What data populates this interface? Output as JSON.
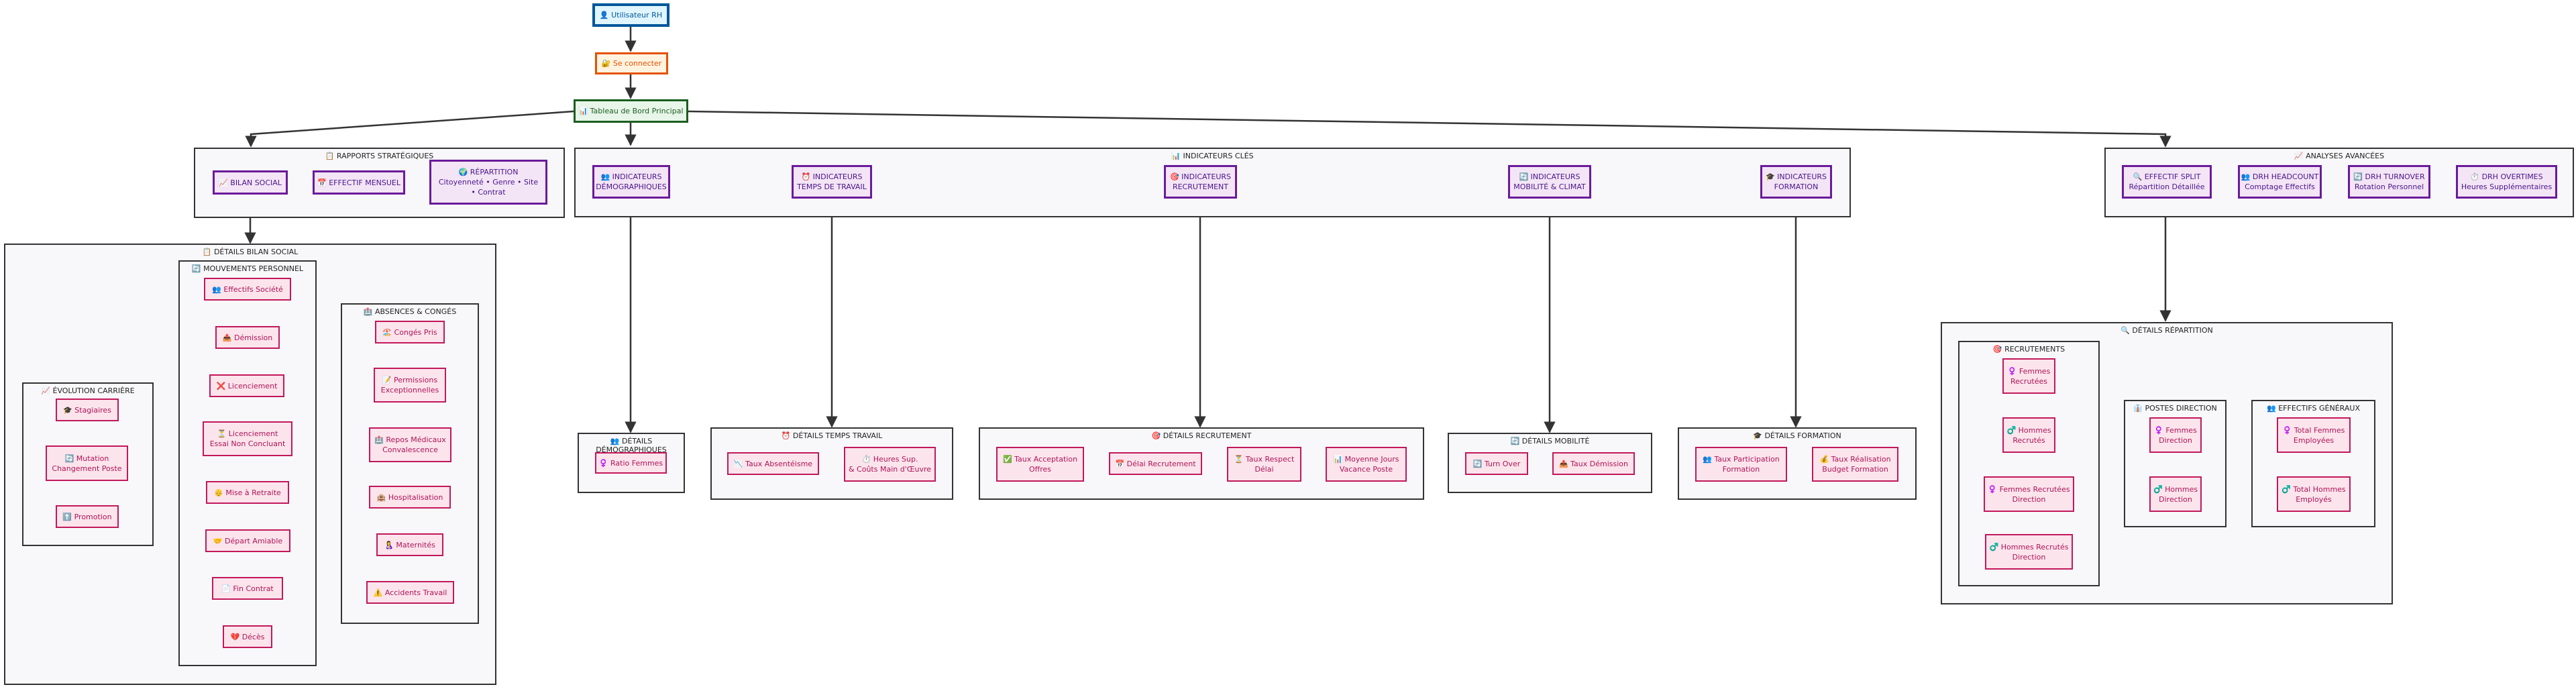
{
  "nodes": {
    "user": "👤 Utilisateur RH",
    "login": "🔐 Se connecter",
    "dashboard": "📊 Tableau de Bord Principal"
  },
  "groups": {
    "rapports": {
      "label": "📋 RAPPORTS STRATÉGIQUES",
      "items": [
        "📈 BILAN SOCIAL",
        "📅 EFFECTIF MENSUEL",
        "🌍 RÉPARTITION\nCitoyenneté • Genre • Site\n• Contrat"
      ]
    },
    "indicateurs": {
      "label": "📊 INDICATEURS CLÉS",
      "items": [
        "👥 INDICATEURS\nDÉMOGRAPHIQUES",
        "⏰ INDICATEURS\nTEMPS DE TRAVAIL",
        "🎯 INDICATEURS\nRECRUTEMENT",
        "🔄 INDICATEURS\nMOBILITÉ & CLIMAT",
        "🎓 INDICATEURS\nFORMATION"
      ]
    },
    "analyses": {
      "label": "📈 ANALYSES AVANCÉES",
      "items": [
        "🔍 EFFECTIF SPLIT\nRépartition Détaillée",
        "👥 DRH HEADCOUNT\nComptage Effectifs",
        "🔄 DRH TURNOVER\nRotation Personnel",
        "⏱️ DRH OVERTIMES\nHeures Supplémentaires"
      ]
    },
    "bilan": {
      "label": "📋 DÉTAILS BILAN SOCIAL"
    },
    "evolution": {
      "label": "📈 ÉVOLUTION CARRIÈRE",
      "items": [
        "🎓 Stagiaires",
        "🔄 Mutation\nChangement Poste",
        "⬆️ Promotion"
      ]
    },
    "mouvements": {
      "label": "🔄 MOUVEMENTS PERSONNEL",
      "items": [
        "👥 Effectifs Société",
        "📤 Démission",
        "❌ Licenciement",
        "⏳ Licenciement\nEssai Non Concluant",
        "👴 Mise à Retraite",
        "🤝 Départ Amiable",
        "📄 Fin Contrat",
        "💔 Décès"
      ]
    },
    "absences": {
      "label": "🏥 ABSENCES & CONGÉS",
      "items": [
        "🏖️ Congés Pris",
        "📝 Permissions\nExceptionnelles",
        "🏥 Repos Médicaux\nConvalescence",
        "🏨 Hospitalisation",
        "🤱 Maternités",
        "⚠️ Accidents Travail"
      ]
    },
    "demo": {
      "label": "👥 DÉTAILS\nDÉMOGRAPHIQUES",
      "items": [
        "♀️ Ratio Femmes"
      ]
    },
    "temps": {
      "label": "⏰ DÉTAILS TEMPS TRAVAIL",
      "items": [
        "📉 Taux Absentéisme",
        "⏱️ Heures Sup.\n& Coûts Main d'Œuvre"
      ]
    },
    "recrut": {
      "label": "🎯 DÉTAILS RECRUTEMENT",
      "items": [
        "✅ Taux Acceptation\nOffres",
        "📅 Délai Recrutement",
        "⏳ Taux Respect\nDélai",
        "📊 Moyenne Jours\nVacance Poste"
      ]
    },
    "mobilite": {
      "label": "🔄 DÉTAILS MOBILITÉ",
      "items": [
        "🔄 Turn Over",
        "📤 Taux Démission"
      ]
    },
    "formation": {
      "label": "🎓 DÉTAILS FORMATION",
      "items": [
        "👥 Taux Participation\nFormation",
        "💰 Taux Réalisation\nBudget Formation"
      ]
    },
    "repartition": {
      "label": "🔍 DÉTAILS RÉPARTITION"
    },
    "recrutements": {
      "label": "🎯 RECRUTEMENTS",
      "items": [
        "♀️ Femmes\nRecrutées",
        "♂️ Hommes\nRecrutés",
        "♀️ Femmes Recrutées\nDirection",
        "♂️ Hommes Recrutés\nDirection"
      ]
    },
    "postes": {
      "label": "👔 POSTES DIRECTION",
      "items": [
        "♀️ Femmes\nDirection",
        "♂️ Hommes\nDirection"
      ]
    },
    "effectifs": {
      "label": "👥 EFFECTIFS GÉNÉRAUX",
      "items": [
        "♀️ Total Femmes\nEmployées",
        "♂️ Total Hommes\nEmployés"
      ]
    }
  },
  "colors": {
    "user": "#01579b",
    "login": "#e65100",
    "dashboard": "#1b5e20",
    "report": "#6a1b9a",
    "detail": "#c2185b",
    "edge": "#333333"
  }
}
